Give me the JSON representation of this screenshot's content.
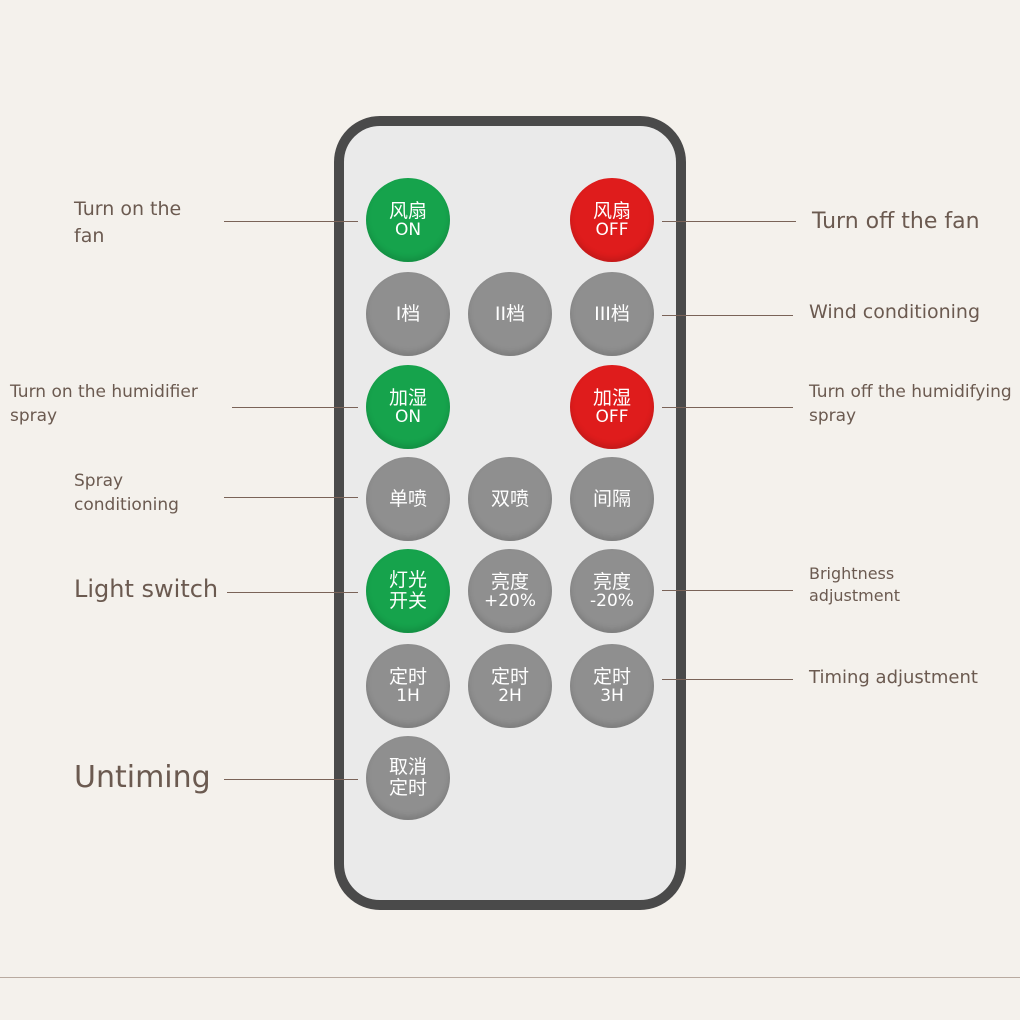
{
  "labels": {
    "fan_on": [
      "Turn on the",
      "fan"
    ],
    "fan_off": "Turn off the fan",
    "wind": "Wind conditioning",
    "humid_on": [
      "Turn on the humidifier",
      "spray"
    ],
    "humid_off": [
      "Turn off the humidifying",
      "spray"
    ],
    "spray": [
      "Spray",
      "conditioning"
    ],
    "light": "Light switch",
    "brightness": [
      "Brightness",
      "adjustment"
    ],
    "timing": "Timing adjustment",
    "untiming": "Untiming"
  },
  "buttons": {
    "fan_on": [
      "风扇",
      "ON"
    ],
    "fan_off": [
      "风扇",
      "OFF"
    ],
    "speed1": "I档",
    "speed2": "II档",
    "speed3": "III档",
    "humid_on": [
      "加湿",
      "ON"
    ],
    "humid_off": [
      "加湿",
      "OFF"
    ],
    "single_spray": "单喷",
    "double_spray": "双喷",
    "interval": "间隔",
    "light": [
      "灯光",
      "开关"
    ],
    "bright_up": [
      "亮度",
      "+20%"
    ],
    "bright_down": [
      "亮度",
      "-20%"
    ],
    "timer1": [
      "定时",
      "1H"
    ],
    "timer2": [
      "定时",
      "2H"
    ],
    "timer3": [
      "定时",
      "3H"
    ],
    "cancel_timer": [
      "取消",
      "定时"
    ]
  },
  "colors": {
    "green": "#16a34c",
    "red": "#df1c1c",
    "gray": "#8f8f8f",
    "remote_border": "#4a4a4a",
    "remote_face": "#eaeaea",
    "background": "#f4f1ec",
    "label_text": "#6b5a50"
  }
}
